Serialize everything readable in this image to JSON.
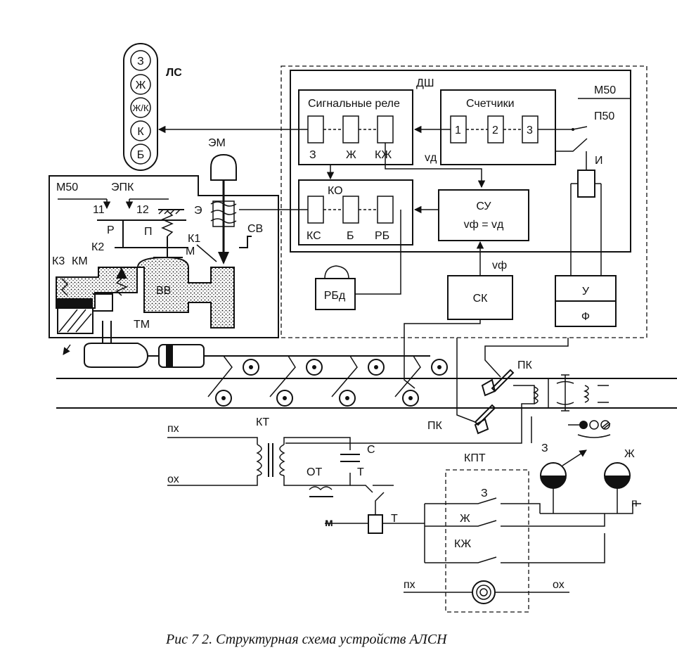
{
  "ls": {
    "title": "ЛС",
    "lamps": [
      "З",
      "Ж",
      "Ж/К",
      "К",
      "Б"
    ]
  },
  "dsh": {
    "label": "ДШ",
    "m50": "М50",
    "p50": "П50",
    "i_label": "И",
    "signal_relays": {
      "title": "Сигнальные реле",
      "relays": [
        "З",
        "Ж",
        "КЖ"
      ]
    },
    "counters": {
      "title": "Счетчики",
      "items": [
        "1",
        "2",
        "3"
      ]
    },
    "ko": {
      "title": "КО",
      "relays": [
        "КС",
        "Б",
        "РБ"
      ]
    },
    "su": {
      "title": "СУ",
      "formula": "vф = vд"
    },
    "vd": "vд",
    "vf": "vф",
    "sk": "СК",
    "u": "У",
    "f": "Ф"
  },
  "epk": {
    "m50": "М50",
    "title": "ЭПК",
    "labels": [
      "11",
      "12",
      "Р",
      "П",
      "Э",
      "К1",
      "К2",
      "К3",
      "КМ",
      "М",
      "ВВ",
      "ТМ",
      "СВ"
    ],
    "em": "ЭМ"
  },
  "rbd": "РБд",
  "track": {
    "pk_top": "ПК",
    "pk_bottom": "ПК",
    "kt": "КТ",
    "c": "С",
    "t": "Т",
    "ot": "ОТ",
    "px_left": "пх",
    "ox_left": "ох",
    "m": "м",
    "t2": "Т",
    "kpt": "КПТ",
    "kpt_contacts": [
      "З",
      "Ж",
      "КЖ"
    ],
    "signal_z": "З",
    "signal_zh": "Ж",
    "p": "п",
    "px_bottom": "пх",
    "ox_bottom": "ох"
  },
  "caption": "Рис  7 2. Структурная схема устройств АЛСН"
}
